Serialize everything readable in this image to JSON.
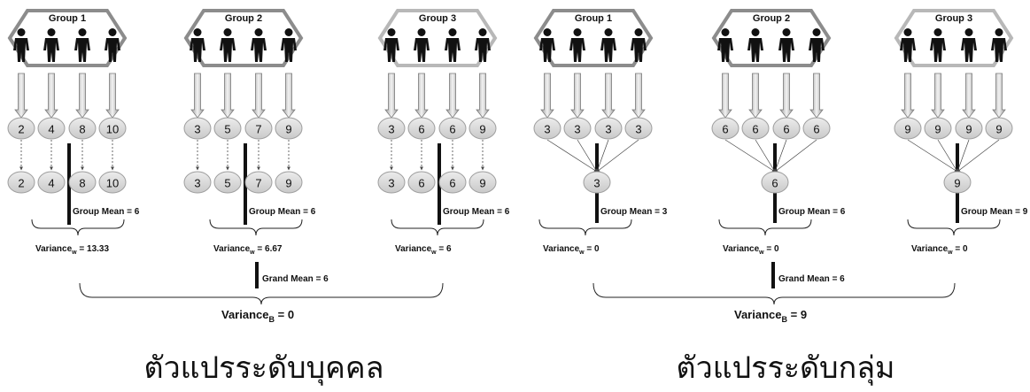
{
  "panels": [
    {
      "groups": [
        {
          "title": "Group 1",
          "values": [
            "2",
            "4",
            "8",
            "10"
          ],
          "means": [
            "2",
            "4",
            "8",
            "10"
          ],
          "collapse": false,
          "group_mean_label": "Group Mean = 6",
          "variance_w_value": " = 13.33"
        },
        {
          "title": "Group 2",
          "values": [
            "3",
            "5",
            "7",
            "9"
          ],
          "means": [
            "3",
            "5",
            "7",
            "9"
          ],
          "collapse": false,
          "group_mean_label": "Group Mean = 6",
          "variance_w_value": " = 6.67"
        },
        {
          "title": "Group 3",
          "values": [
            "3",
            "6",
            "6",
            "9"
          ],
          "means": [
            "3",
            "6",
            "6",
            "9"
          ],
          "collapse": false,
          "group_mean_label": "Group Mean = 6",
          "variance_w_value": " = 6"
        }
      ],
      "grand_mean_label": "Grand Mean = 6",
      "variance_b_value": " = 0",
      "caption": "ตัวแปรระดับบุคคล"
    },
    {
      "groups": [
        {
          "title": "Group 1",
          "values": [
            "3",
            "3",
            "3",
            "3"
          ],
          "means": [
            "3"
          ],
          "collapse": true,
          "group_mean_label": "Group Mean = 3",
          "variance_w_value": " = 0"
        },
        {
          "title": "Group 2",
          "values": [
            "6",
            "6",
            "6",
            "6"
          ],
          "means": [
            "6"
          ],
          "collapse": true,
          "group_mean_label": "Group Mean = 6",
          "variance_w_value": " = 0"
        },
        {
          "title": "Group 3",
          "values": [
            "9",
            "9",
            "9",
            "9"
          ],
          "means": [
            "9"
          ],
          "collapse": true,
          "group_mean_label": "Group Mean = 9",
          "variance_w_value": " = 0"
        }
      ],
      "grand_mean_label": "Grand Mean = 6",
      "variance_b_value": " = 9",
      "caption": "ตัวแปรระดับกลุ่ม"
    }
  ],
  "labels": {
    "variance": "Variance",
    "w_sub": "w",
    "b_sub": "B"
  }
}
